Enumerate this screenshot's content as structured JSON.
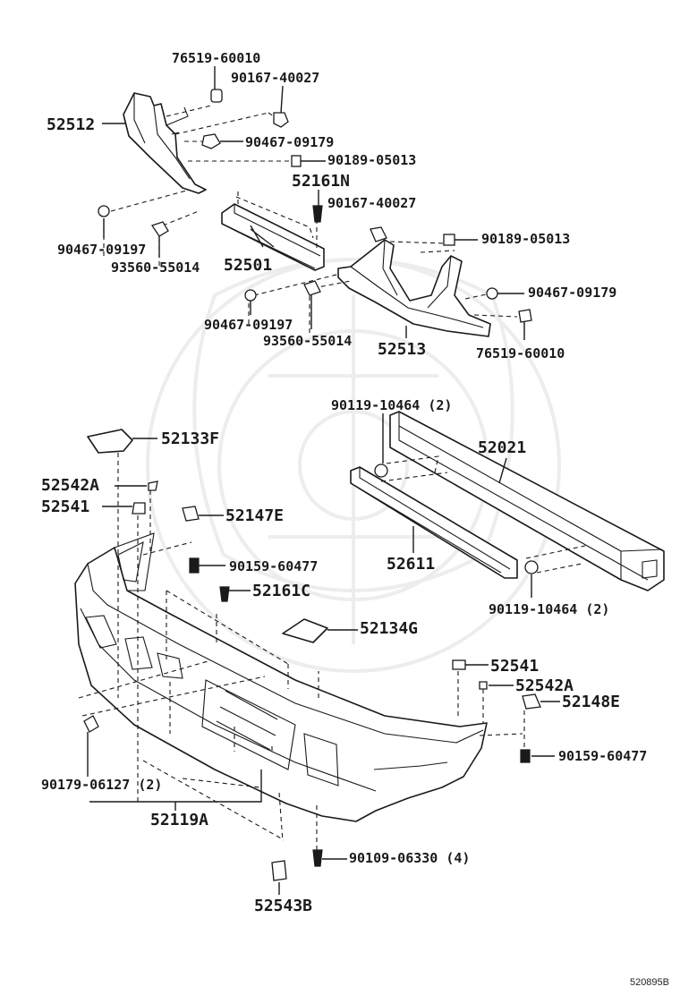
{
  "diagram_code": "520895B",
  "labels": {
    "p76519_60010_top": "76519-60010",
    "p90167_40027_top": "90167-40027",
    "p52512": "52512",
    "p90467_09179_top": "90467-09179",
    "p90189_05013_top": "90189-05013",
    "p52161N": "52161N",
    "p90167_40027_mid": "90167-40027",
    "p90467_09197_left": "90467-09197",
    "p93560_55014_left": "93560-55014",
    "p52501": "52501",
    "p90189_05013_right": "90189-05013",
    "p90467_09179_right": "90467-09179",
    "p90467_09197_mid": "90467-09197",
    "p93560_55014_mid": "93560-55014",
    "p52513": "52513",
    "p76519_60010_right": "76519-60010",
    "p90119_10464_top": "90119-10464 (2)",
    "p52021": "52021",
    "p52133F": "52133F",
    "p52542A_left": "52542A",
    "p52541_left": "52541",
    "p52147E": "52147E",
    "p52611": "52611",
    "p90159_60477_left": "90159-60477",
    "p52161C": "52161C",
    "p90119_10464_bottom": "90119-10464 (2)",
    "p52134G": "52134G",
    "p52541_right": "52541",
    "p52542A_right": "52542A",
    "p52148E": "52148E",
    "p90179_06127": "90179-06127 (2)",
    "p90159_60477_right": "90159-60477",
    "p52119A": "52119A",
    "p90109_06330": "90109-06330 (4)",
    "p52543B": "52543B"
  }
}
